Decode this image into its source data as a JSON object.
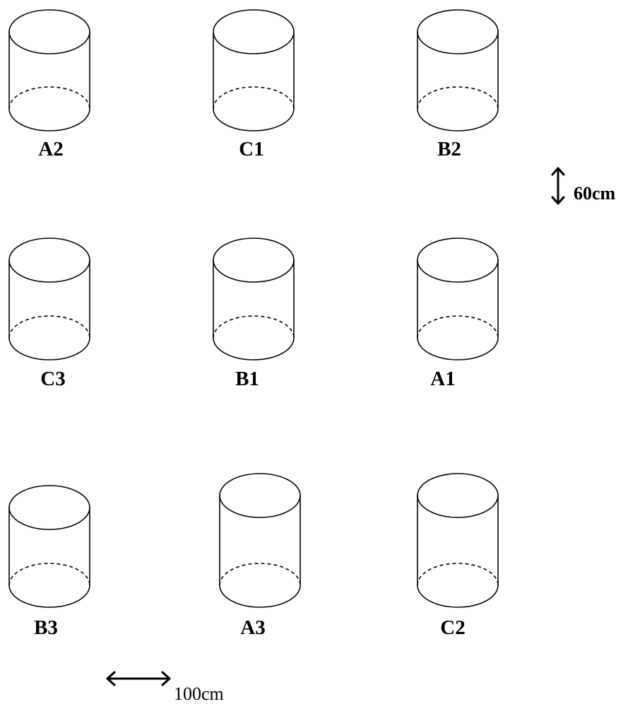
{
  "cylinders": [
    {
      "label": "A2"
    },
    {
      "label": "C1"
    },
    {
      "label": "B2"
    },
    {
      "label": "C3"
    },
    {
      "label": "B1"
    },
    {
      "label": "A1"
    },
    {
      "label": "B3"
    },
    {
      "label": "A3"
    },
    {
      "label": "C2"
    }
  ],
  "scale": {
    "vertical_label": "60cm",
    "horizontal_label": "100cm"
  }
}
